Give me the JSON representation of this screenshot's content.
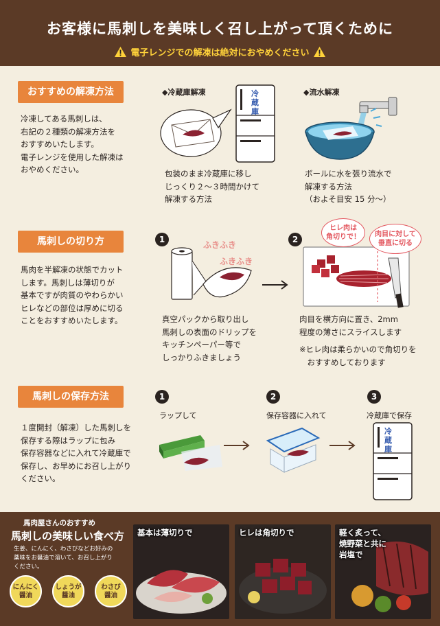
{
  "header": {
    "title": "お客様に馬刺しを美味しく召し上がって頂くために",
    "warning": "電子レンジでの解凍は絶対におやめください"
  },
  "thaw": {
    "label": "おすすめの解凍方法",
    "body": "冷凍してある馬刺しは、\n右記の２種類の解凍方法を\nおすすめいたします。\n電子レンジを使用した解凍は\nおやめください。",
    "fridge_head": "◆冷蔵庫解凍",
    "fridge_desc": "包装のまま冷蔵庫に移し\nじっくり２～３時間かけて\n解凍する方法",
    "fridge_label": "冷蔵庫",
    "water_head": "◆流水解凍",
    "water_desc": "ボールに水を張り流水で\n解凍する方法\n（およそ目安 15 分～）"
  },
  "cut": {
    "label": "馬刺しの切り方",
    "body": "馬肉を半解凍の状態でカット\nします。馬刺しは薄切りが\n基本ですが肉質のやわらかい\nヒレなどの部位は厚めに切る\nことをおすすめいたします。",
    "step1_num": "1",
    "wipe1": "ふきふき",
    "wipe2": "ふきふき",
    "step1_desc": "真空パックから取り出し\n馬刺しの表面のドリップを\nキッチンペーパー等で\nしっかりふきましょう",
    "step2_num": "2",
    "bubble1": "ヒレ肉は\n角切りで！",
    "bubble2": "肉目に対して\n垂直に切る",
    "step2_desc": "肉目を横方向に置き、2mm\n程度の薄さにスライスします",
    "step2_note": "※ヒレ肉は柔らかいので角切りを\n　おすすめしております"
  },
  "store": {
    "label": "馬刺しの保存方法",
    "body": "１度開封（解凍）した馬刺しを\n保存する際はラップに包み\n保存容器などに入れて冷蔵庫で\n保存し、お早めにお召し上がり\nください。",
    "step1_num": "1",
    "step1_label": "ラップして",
    "step2_num": "2",
    "step2_label": "保存容器に入れて",
    "step3_num": "3",
    "step3_label": "冷蔵庫で保存",
    "fridge_label": "冷蔵庫"
  },
  "footer": {
    "sub": "馬肉屋さんのおすすめ",
    "title": "馬刺しの美味しい食べ方",
    "desc": "生姜、にんにく、わさびなどお好みの\n薬味をお醤油で溶いて、お召し上がり\nください。",
    "badges": [
      "にんにく\n醤油",
      "しょうが\n醤油",
      "わさび\n醤油"
    ],
    "photos": [
      "基本は薄切りで",
      "ヒレは角切りで",
      "軽く炙って、\n焼野菜と共に\n岩塩で"
    ]
  },
  "colors": {
    "brown": "#5b3a26",
    "orange": "#e8853c",
    "warning": "#ffd23a",
    "accent_red": "#e3565e",
    "background": "#f4eee0"
  }
}
